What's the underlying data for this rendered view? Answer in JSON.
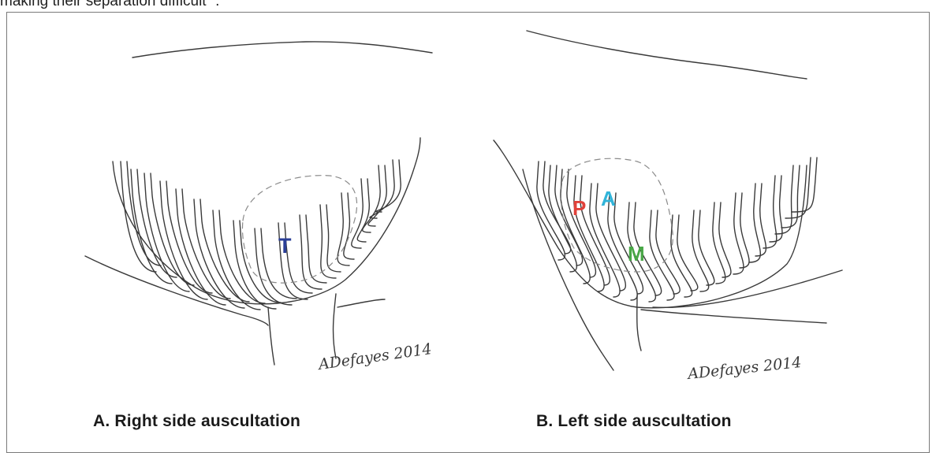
{
  "header_text": "making their separation difficult” .",
  "panels": [
    {
      "caption": "A. Right side auscultation",
      "signature": "ADefayes 2014",
      "labels": [
        {
          "text": "T",
          "color": "#2b3f97"
        }
      ]
    },
    {
      "caption": "B. Left side auscultation",
      "signature": "ADefayes 2014",
      "labels": [
        {
          "text": "P",
          "color": "#e0413a"
        },
        {
          "text": "A",
          "color": "#31b4d9"
        },
        {
          "text": "M",
          "color": "#48a746"
        }
      ]
    }
  ],
  "colors": {
    "line": "#3a3a3a",
    "dashed": "#8a8a8a",
    "frame": "#7a7a7a"
  }
}
